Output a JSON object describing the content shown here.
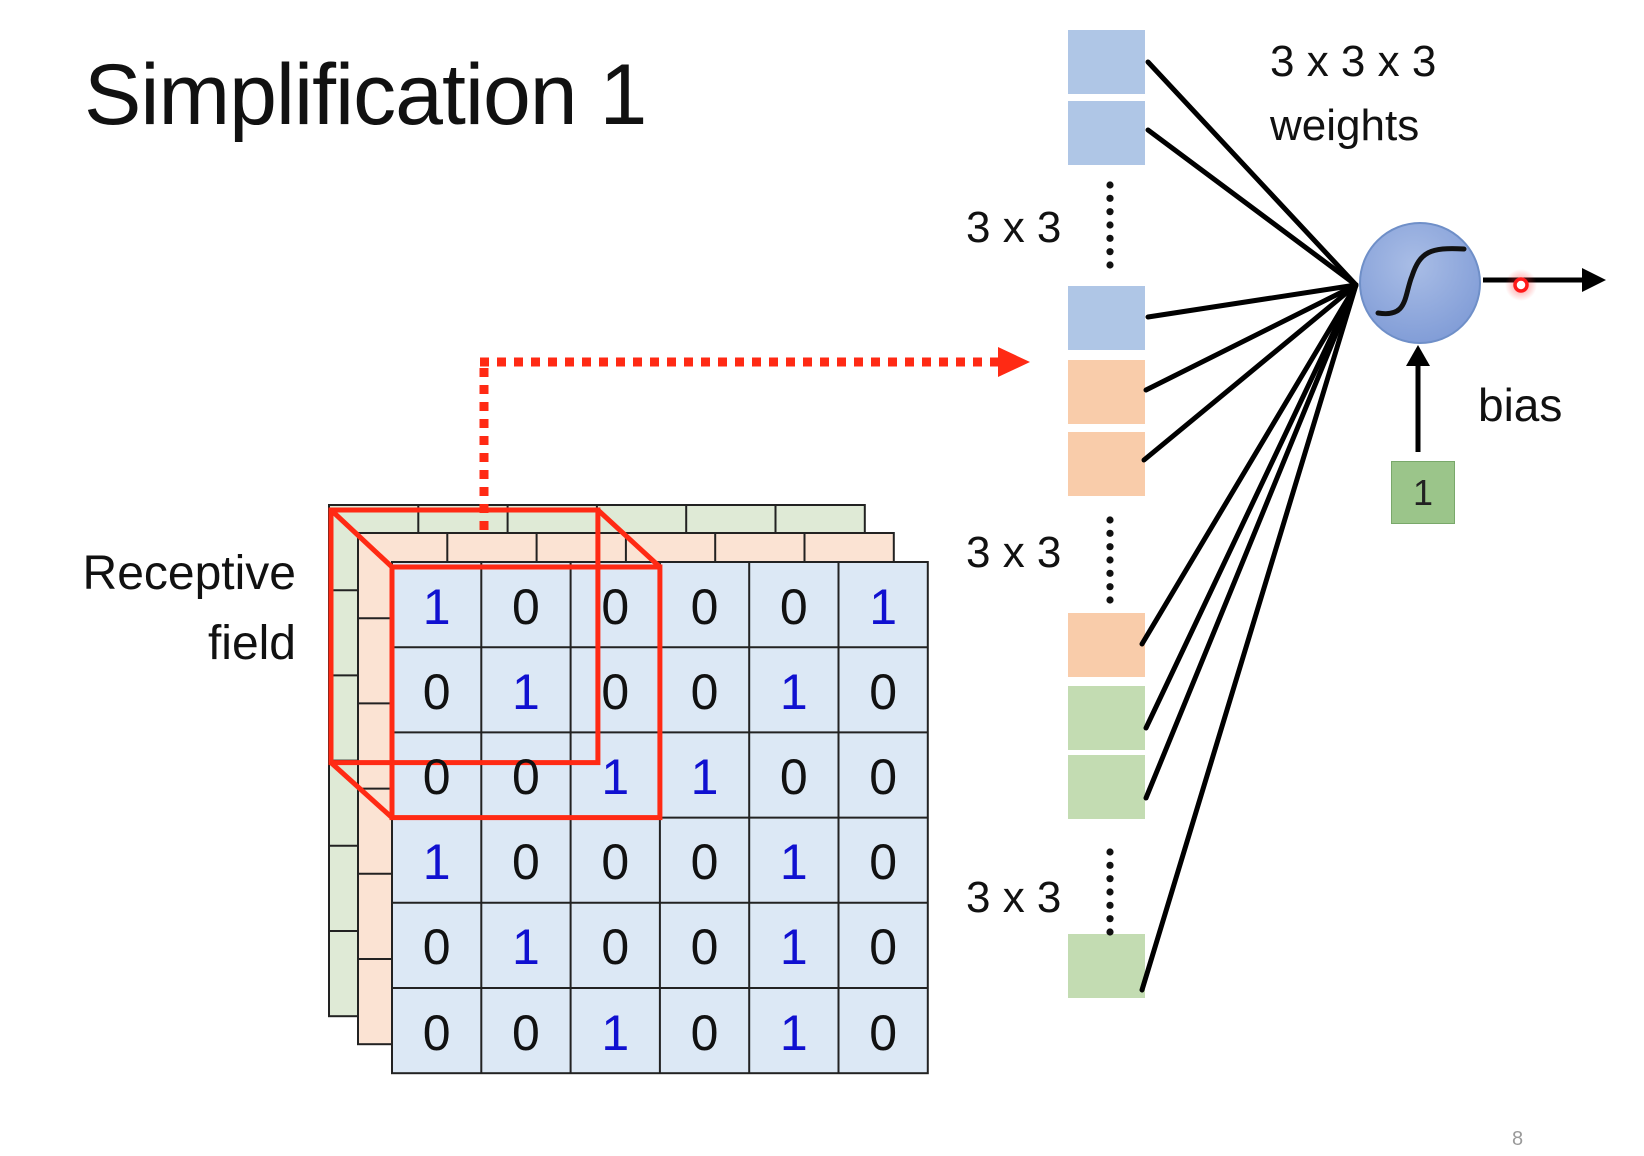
{
  "slide": {
    "title": "Simplification 1",
    "page_number": "8"
  },
  "receptive_field_label": {
    "line1": "Receptive",
    "line2": "field"
  },
  "weights_label": {
    "line1": "3 x 3 x 3",
    "line2": "weights"
  },
  "channel_dim_labels": [
    "3 x 3",
    "3 x 3",
    "3 x 3"
  ],
  "bias": {
    "label": "bias",
    "input_value": "1"
  },
  "colors": {
    "channel_blue": "#afc6e6",
    "channel_orange": "#f9ccaa",
    "channel_green": "#c3dcb2",
    "grid_front_fill": "#dce8f5",
    "grid_middle_fill": "#fbe3d3",
    "grid_back_fill": "#dfead6",
    "one_digit": "#1010d0",
    "zero_digit": "#111111",
    "receptive_box": "#ff2a14",
    "neuron_fill": "#8faadc",
    "neuron_stroke": "#6f8fc8",
    "cursor_dot": "#ff1a1a"
  },
  "input_image": {
    "channels": 3,
    "front_channel_values": [
      [
        1,
        0,
        0,
        0,
        0,
        1
      ],
      [
        0,
        1,
        0,
        0,
        1,
        0
      ],
      [
        0,
        0,
        1,
        1,
        0,
        0
      ],
      [
        1,
        0,
        0,
        0,
        1,
        0
      ],
      [
        0,
        1,
        0,
        0,
        1,
        0
      ],
      [
        0,
        0,
        1,
        0,
        1,
        0
      ]
    ],
    "receptive_field_size": [
      3,
      3,
      3
    ]
  },
  "flattened_inputs": [
    {
      "channel": "blue",
      "ellipsis_after": false
    },
    {
      "channel": "blue",
      "ellipsis_after": true
    },
    {
      "channel": "blue",
      "ellipsis_after": false
    },
    {
      "channel": "orange",
      "ellipsis_after": false
    },
    {
      "channel": "orange",
      "ellipsis_after": true
    },
    {
      "channel": "orange",
      "ellipsis_after": false
    },
    {
      "channel": "green",
      "ellipsis_after": false
    },
    {
      "channel": "green",
      "ellipsis_after": true
    },
    {
      "channel": "green",
      "ellipsis_after": false
    }
  ],
  "neuron": {
    "activation": "sigmoid"
  }
}
